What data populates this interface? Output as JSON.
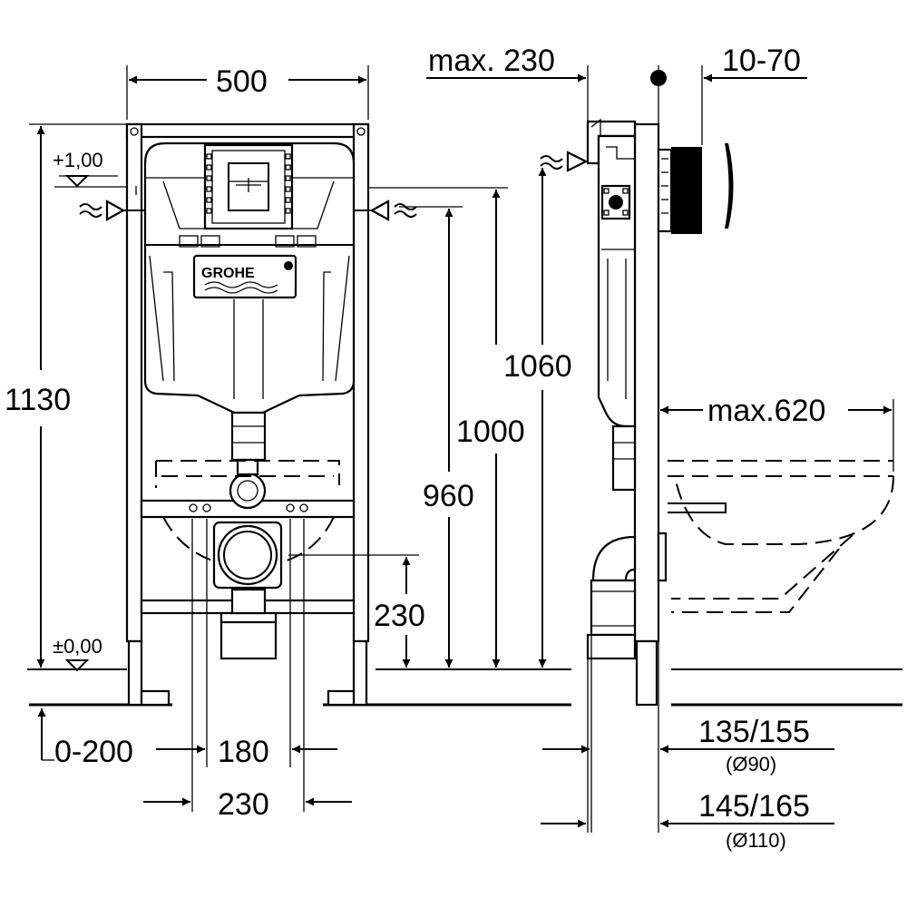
{
  "brand": "GROHE",
  "levels": {
    "top": "+1,00",
    "floor": "±0,00"
  },
  "dimensions": {
    "frame_width": "500",
    "frame_height": "1130",
    "height_1060": "1060",
    "height_1000": "1000",
    "height_960": "960",
    "height_230": "230",
    "adjust_0_200": "0-200",
    "spacing_180": "180",
    "spacing_230": "230",
    "side_max_230": "max. 230",
    "side_10_70": "10-70",
    "side_max_620": "max.620",
    "depth_135_155": "135/155",
    "pipe_90": "(Ø90)",
    "depth_145_165": "145/165",
    "pipe_110": "(Ø110)"
  }
}
